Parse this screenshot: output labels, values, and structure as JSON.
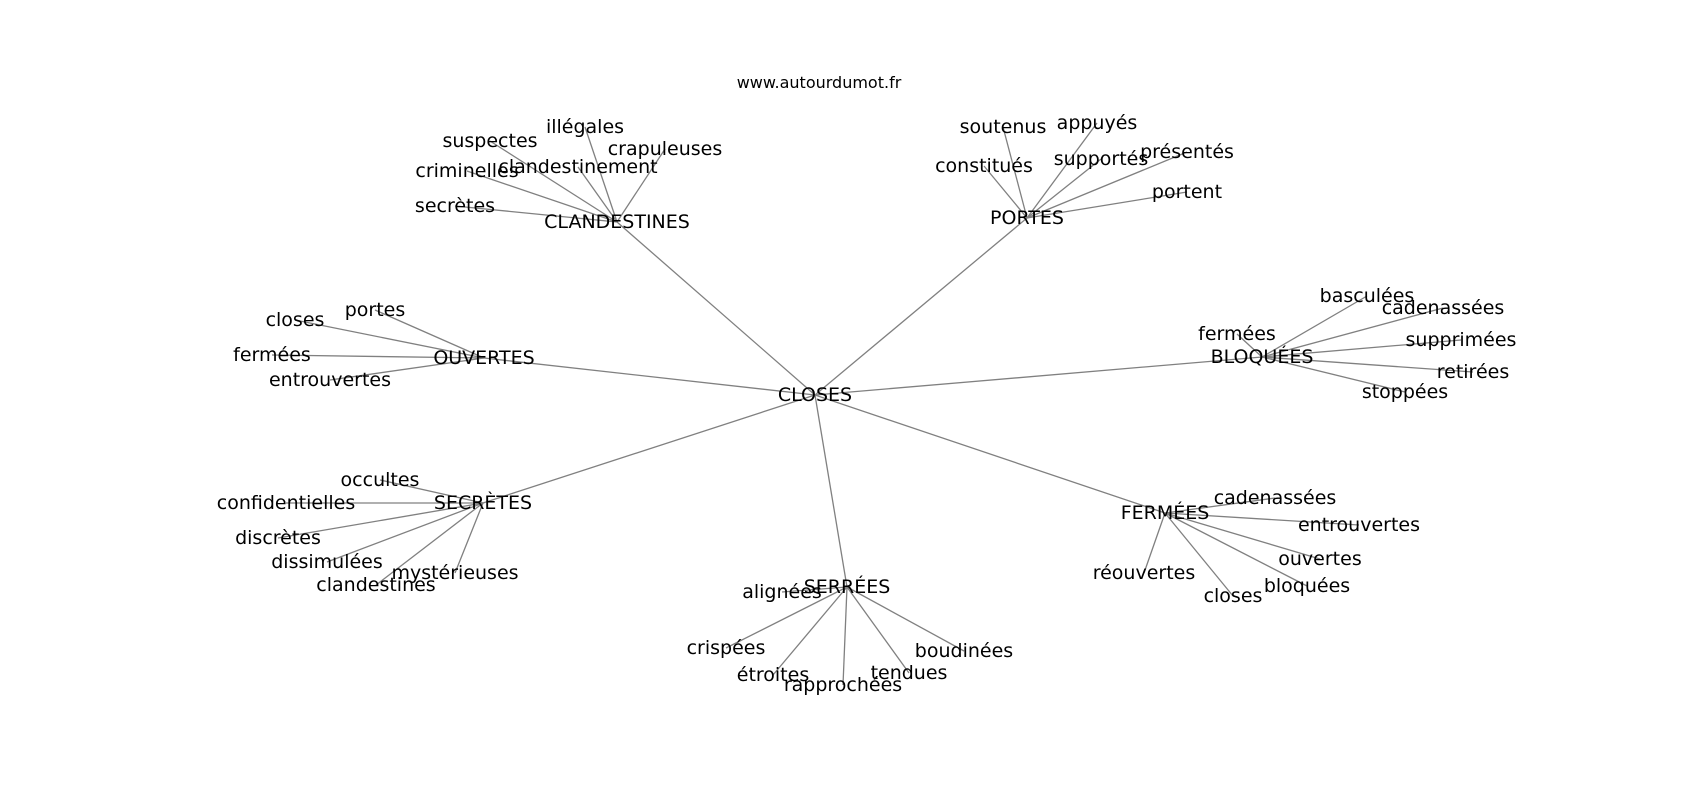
{
  "caption": "www.autourdumot.fr",
  "edge_color": "#808080",
  "text_color": "#000000",
  "graph": {
    "center": "CLOSES",
    "groups": [
      {
        "hub": "CLANDESTINES",
        "leaves": [
          "illégales",
          "suspectes",
          "crapuleuses",
          "clandestinement",
          "criminelles",
          "secrètes"
        ]
      },
      {
        "hub": "PORTES",
        "leaves": [
          "soutenus",
          "appuyés",
          "présentés",
          "supportés",
          "constitués",
          "portent"
        ]
      },
      {
        "hub": "OUVERTES",
        "leaves": [
          "portes",
          "closes",
          "fermées",
          "entrouvertes"
        ]
      },
      {
        "hub": "BLOQUÉES",
        "leaves": [
          "basculées",
          "cadenassées",
          "fermées",
          "supprimées",
          "retirées",
          "stoppées"
        ]
      },
      {
        "hub": "SECRÈTES",
        "leaves": [
          "occultes",
          "confidentielles",
          "discrètes",
          "dissimulées",
          "mystérieuses",
          "clandestines"
        ]
      },
      {
        "hub": "FERMÉES",
        "leaves": [
          "cadenassées",
          "entrouvertes",
          "ouvertes",
          "bloquées",
          "closes",
          "réouvertes"
        ]
      },
      {
        "hub": "SERRÉES",
        "leaves": [
          "alignées",
          "crispées",
          "étroites",
          "rapprochées",
          "tendues",
          "boudinées"
        ]
      }
    ]
  }
}
